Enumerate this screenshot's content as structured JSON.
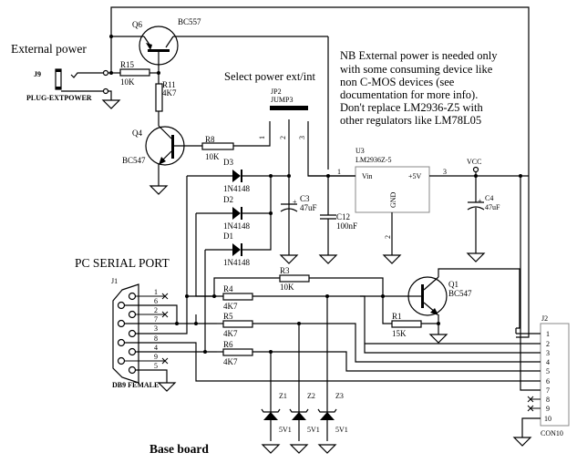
{
  "diagram": {
    "title": "Base board",
    "headings": {
      "external_power": "External power",
      "select_power": "Select power ext/int",
      "pc_serial_port": "PC SERIAL PORT"
    },
    "note_lines": [
      "NB External power is needed only",
      " with some consuming device like",
      " non C-MOS devices (see",
      " documentation for more info).",
      "Don't replace LM2936-Z5 with",
      " other regulators like LM78L05"
    ],
    "components": {
      "J9": {
        "ref": "J9",
        "value": "PLUG-EXTPOWER"
      },
      "Q6": {
        "ref": "Q6",
        "value": "BC557"
      },
      "Q4": {
        "ref": "Q4",
        "value": "BC547"
      },
      "Q1": {
        "ref": "Q1",
        "value": "BC547"
      },
      "R15": {
        "ref": "R15",
        "value": "10K"
      },
      "R11": {
        "ref": "R11",
        "value": "4K7"
      },
      "R8": {
        "ref": "R8",
        "value": "10K"
      },
      "R3": {
        "ref": "R3",
        "value": "10K"
      },
      "R4": {
        "ref": "R4",
        "value": "4K7"
      },
      "R5": {
        "ref": "R5",
        "value": "4K7"
      },
      "R6": {
        "ref": "R6",
        "value": "4K7"
      },
      "R1": {
        "ref": "R1",
        "value": "15K"
      },
      "JP2": {
        "ref": "JP2",
        "value": "JUMP3",
        "pins": [
          "1",
          "2",
          "3"
        ]
      },
      "D3": {
        "ref": "D3",
        "value": "1N4148"
      },
      "D2": {
        "ref": "D2",
        "value": "1N4148"
      },
      "D1": {
        "ref": "D1",
        "value": "1N4148"
      },
      "C3": {
        "ref": "C3",
        "value": "47uF",
        "polarity": "+"
      },
      "C12": {
        "ref": "C12",
        "value": "100nF"
      },
      "C4": {
        "ref": "C4",
        "value": "47uF",
        "polarity": "+"
      },
      "U3": {
        "ref": "U3",
        "value": "LM2936Z-5",
        "pin_in": "Vin",
        "pin_out": "+5V",
        "pin_gnd": "GND",
        "pin_numbers": [
          "1",
          "2",
          "3"
        ]
      },
      "VCC": {
        "label": "VCC"
      },
      "J1": {
        "ref": "J1",
        "value": "DB9 FEMALE",
        "pins": [
          "1",
          "6",
          "2",
          "7",
          "3",
          "8",
          "4",
          "9",
          "5"
        ]
      },
      "J2": {
        "ref": "J2",
        "value": "CON10",
        "pins": [
          "1",
          "2",
          "3",
          "4",
          "5",
          "6",
          "7",
          "8",
          "9",
          "10"
        ]
      },
      "Z1": {
        "ref": "Z1",
        "value": "5V1"
      },
      "Z2": {
        "ref": "Z2",
        "value": "5V1"
      },
      "Z3": {
        "ref": "Z3",
        "value": "5V1"
      }
    }
  }
}
